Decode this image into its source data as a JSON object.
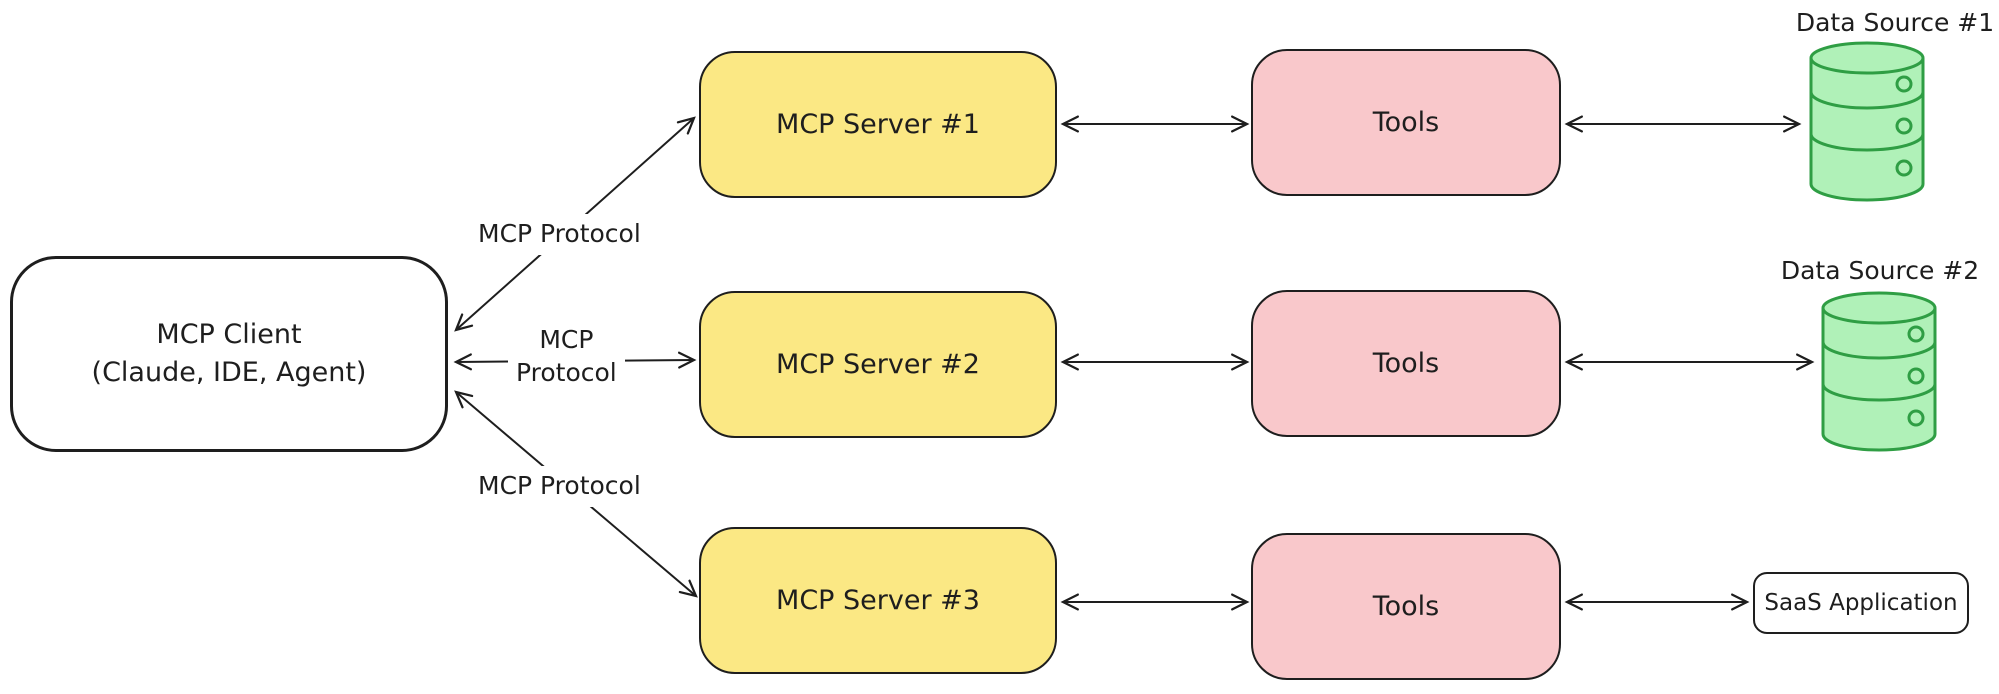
{
  "diagram": {
    "client": {
      "title": "MCP Client",
      "subtitle": "(Claude, IDE, Agent)"
    },
    "protocol_labels": [
      {
        "text": "MCP Protocol"
      },
      {
        "line1": "MCP",
        "line2": "Protocol"
      },
      {
        "text": "MCP Protocol"
      }
    ],
    "rows": [
      {
        "server_label": "MCP Server #1",
        "tools_label": "Tools",
        "target_label": "Data Source #1",
        "target_type": "database"
      },
      {
        "server_label": "MCP Server #2",
        "tools_label": "Tools",
        "target_label": "Data Source #2",
        "target_type": "database"
      },
      {
        "server_label": "MCP Server #3",
        "tools_label": "Tools",
        "target_label": "SaaS Application",
        "target_type": "box"
      }
    ],
    "colors": {
      "stroke": "#1e1e1e",
      "server_fill": "#fbe884",
      "tools_fill": "#f9c8cb",
      "database_fill": "#b0f1b8",
      "database_stroke": "#2f9e44",
      "background": "#ffffff"
    }
  }
}
